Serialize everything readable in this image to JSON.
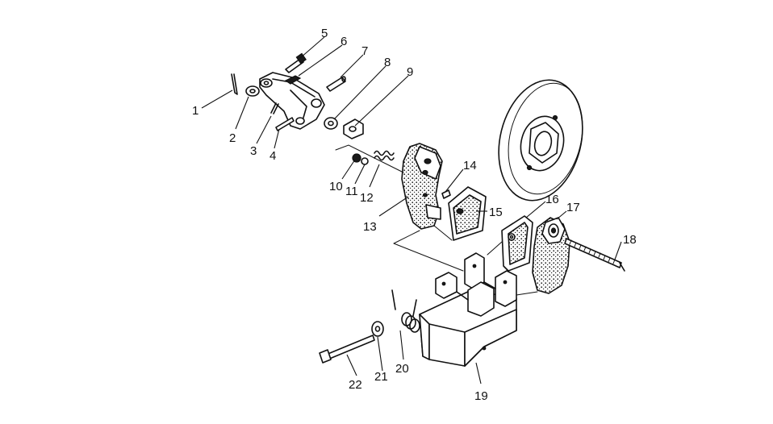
{
  "labels": [
    "1",
    "2",
    "3",
    "4",
    "5",
    "6",
    "7",
    "8",
    "9",
    "10",
    "11",
    "12",
    "13",
    "14",
    "15",
    "16",
    "17",
    "18",
    "19",
    "20",
    "21",
    "22"
  ],
  "ink_color": "#111111",
  "background": "#ffffff"
}
